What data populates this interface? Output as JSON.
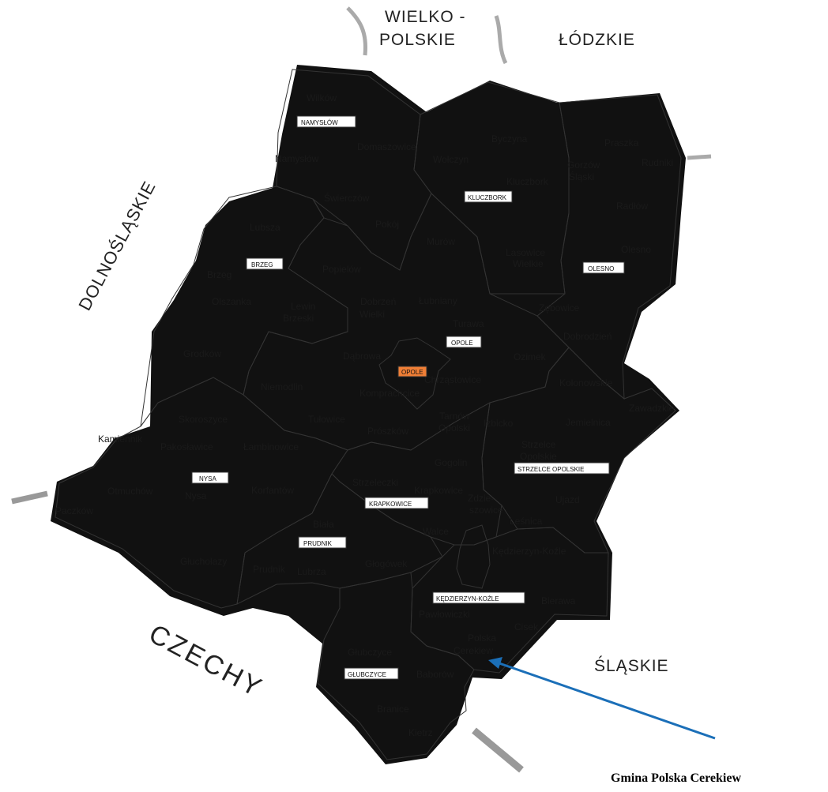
{
  "outside_regions": {
    "wielkopolskie_line1": "WIELKO -",
    "wielkopolskie_line2": "POLSKIE",
    "lodzkie": "ŁÓDZKIE",
    "dolnoslaskie": "DOLNOŚLĄSKIE",
    "czechy": "CZECHY",
    "slaskie": "ŚLĄSKIE"
  },
  "counties": {
    "namyslow": "NAMYSŁÓW",
    "kluczbork": "KLUCZBORK",
    "olesno": "OLESNO",
    "brzeg": "BRZEG",
    "opole": "OPOLE",
    "opole_city": "OPOLE",
    "nysa": "NYSA",
    "krapkowice": "KRAPKOWICE",
    "strzelce": "STRZELCE OPOLSKIE",
    "prudnik": "PRUDNIK",
    "kedzierzyn": "KĘDZIERZYN-KOŹLE",
    "glubczyce": "GŁUBCZYCE"
  },
  "communes": {
    "wilkow": "Wilków",
    "namyslow": "Namysłów",
    "domaszowice": "Domaszowice",
    "swierczow": "Świerczów",
    "pokoj": "Pokój",
    "byczyna": "Byczyna",
    "wolczyn": "Wołczyn",
    "kluczbork": "Kluczbork",
    "lasowice1": "Lasowice",
    "lasowice2": "Wielkie",
    "praszka": "Praszka",
    "gorzow1": "Gorzów",
    "gorzow2": "Śląski",
    "rudniki": "Rudniki",
    "radlow": "Radłów",
    "olesno": "Olesno",
    "zebowice": "Zębowice",
    "dobrodzien": "Dobrodzień",
    "lubsza": "Lubsza",
    "brzeg": "Brzeg",
    "olszanka": "Olszanka",
    "lewin1": "Lewin",
    "lewin2": "Brzeski",
    "grodkow": "Grodków",
    "popielow": "Popielów",
    "murow": "Murów",
    "dobrzen1": "Dobrzeń",
    "dobrzen2": "Wielki",
    "lubniany": "Łubniany",
    "turawa": "Turawa",
    "dabrowa": "Dąbrowa",
    "ozimek": "Ozimek",
    "niemodlin": "Niemodlin",
    "komprachcice": "Komprachcice",
    "chrzastowice": "Chrząstowice",
    "tulowice": "Tułowice",
    "proszkow": "Prószków",
    "tarnow1": "Tarnów",
    "tarnow2": "Opolski",
    "kolonowskie": "Kolonowskie",
    "zawadzkie": "Zawadzkie",
    "izbicko": "Izbicko",
    "jemielnica": "Jemielnica",
    "strzelce1": "Strzelce",
    "strzelce2": "Opolskie",
    "ujazd": "Ujazd",
    "lesnica": "Leśnica",
    "skoroszyce": "Skoroszyce",
    "kamiennik": "Kamiennik",
    "pakoslawice": "Pakosławice",
    "lambinowice": "Łambinowice",
    "otmuchow": "Otmuchów",
    "nysa": "Nysa",
    "korfantow": "Korfantów",
    "paczkow": "Paczków",
    "glucholazy": "Głuchołazy",
    "strzeleczki": "Strzeleczki",
    "gogolin": "Gogolin",
    "krapkowice": "Krapkowice",
    "zdzieszowice1": "Zdzie-",
    "zdzieszowice2": "szowice",
    "walce": "Walce",
    "biala": "Biała",
    "prudnik": "Prudnik",
    "lubrza": "Lubrza",
    "glogowek": "Głogówek",
    "kedzierzyn": "Kędzierzyn-Koźle",
    "bierawa": "Bierawa",
    "pawlowiczki": "Pawłowiczki",
    "cisek": "Cisek",
    "polska1": "Polska",
    "polska2": "Cerekiew",
    "glubczyce": "Głubczyce",
    "baborow": "Baborów",
    "branice": "Branice",
    "kietrz": "Kietrz"
  },
  "caption": "Gmina Polska Cerekiew",
  "colors": {
    "namyslow": "#f2839f",
    "kluczbork": "#1f5fe0",
    "olesno": "#3e8a3c",
    "brzeg": "#f07f36",
    "opole": "#f6f23c",
    "opole_city": "#4a3fa0",
    "nysa": "#bde08a",
    "krapkowice": "#f6c9c0",
    "strzelce": "#8ec4f2",
    "prudnik": "#f7f4e8",
    "kedzierzyn": "#ee2323",
    "kedzierzyn_city": "#2e1f8a",
    "glubczyce": "#4c8fd4",
    "arrow": "#1b6fb8"
  }
}
